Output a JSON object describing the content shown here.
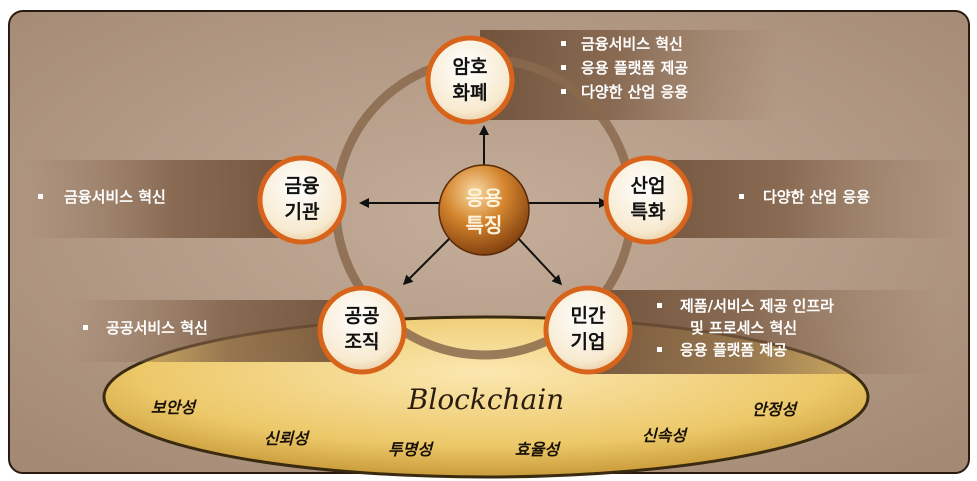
{
  "center": {
    "line1": "응용",
    "line2": "특징"
  },
  "nodes": [
    {
      "id": "crypto",
      "line1": "암호",
      "line2": "화폐",
      "bullets": [
        "금융서비스 혁신",
        "응용 플랫폼 제공",
        "다양한 산업 응용"
      ]
    },
    {
      "id": "finance",
      "line1": "금융",
      "line2": "기관",
      "bullets": [
        "금융서비스 혁신"
      ]
    },
    {
      "id": "industry",
      "line1": "산업",
      "line2": "특화",
      "bullets": [
        "다양한 산업 응용"
      ]
    },
    {
      "id": "public",
      "line1": "공공",
      "line2": "조직",
      "bullets": [
        "공공서비스 혁신"
      ]
    },
    {
      "id": "private",
      "line1": "민간",
      "line2": "기업",
      "bullets": [
        "제품/서비스 제공  인프라",
        "및 프로세스 혁신",
        "응용 플랫폼 제공"
      ]
    }
  ],
  "platform": {
    "title": "Blockchain",
    "properties": [
      "보안성",
      "신뢰성",
      "투명성",
      "효율성",
      "신속성",
      "안정성"
    ]
  },
  "colors": {
    "background": "#b39a86",
    "ellipse_fill": "#e8c56a",
    "ellipse_stroke": "#3a2a10",
    "node_fill": "#fdf6e6",
    "node_border": "#d8641c",
    "center_fill": "#c8741e",
    "text_dark": "#111111",
    "text_light": "#ffffff",
    "ring": "#8a6a4e"
  }
}
